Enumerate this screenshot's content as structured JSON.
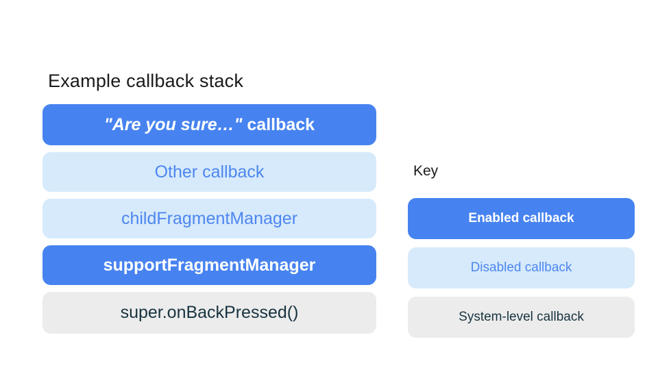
{
  "colors": {
    "enabled_bg": "#4783F0",
    "enabled_text": "#FFFFFF",
    "disabled_bg": "#D6EAFB",
    "disabled_text": "#4E86F0",
    "system_bg": "#ECECEC",
    "system_text": "#17333F",
    "heading_text": "#1A1A1A",
    "page_bg": "#FFFFFF"
  },
  "stack": {
    "title": "Example callback stack",
    "items": [
      {
        "quoted": "\"Are you sure…\"",
        "rest": " callback",
        "state": "enabled"
      },
      {
        "label": "Other callback",
        "state": "disabled"
      },
      {
        "label": "childFragmentManager",
        "state": "disabled"
      },
      {
        "label": "supportFragmentManager",
        "state": "enabled"
      },
      {
        "label": "super.onBackPressed()",
        "state": "system"
      }
    ]
  },
  "key": {
    "title": "Key",
    "items": [
      {
        "label": "Enabled callback",
        "state": "enabled"
      },
      {
        "label": "Disabled callback",
        "state": "disabled"
      },
      {
        "label": "System-level callback",
        "state": "system"
      }
    ]
  }
}
